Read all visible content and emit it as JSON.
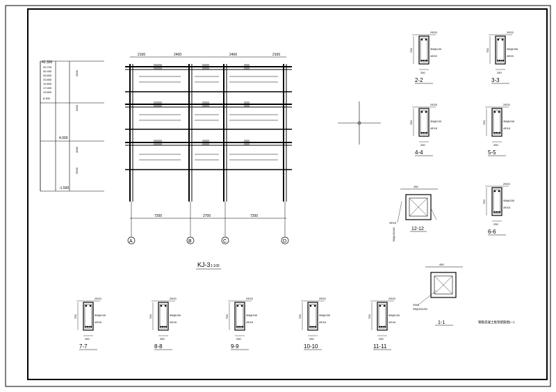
{
  "drawing": {
    "frame_title": "KJ-3",
    "frame_scale": "1:100",
    "note": "钢筋混凝土框架配筋图(一)",
    "spans": [
      "7200",
      "2700",
      "7200"
    ],
    "axes": [
      "A",
      "B",
      "C",
      "D"
    ],
    "levels": [
      "42.300",
      "33.700",
      "30.400",
      "26.800",
      "23.800",
      "19.800",
      "17.000",
      "13.800",
      "8.300",
      "4.000",
      "-1.500"
    ],
    "storey_heights": [
      "3300",
      "3300",
      "4000",
      "5500"
    ],
    "bay_labels": [
      "2100",
      "2400",
      "2400",
      "2100"
    ]
  },
  "sections": [
    {
      "label": "2-2",
      "top": "2Φ20",
      "bottom": "4Φ20",
      "stirrup": "Φ8@100",
      "width": "250",
      "height": "700"
    },
    {
      "label": "3-3",
      "top": "2Φ20",
      "bottom": "4Φ20",
      "stirrup": "Φ8@200",
      "width": "250",
      "height": "700"
    },
    {
      "label": "4-4",
      "top": "2Φ25",
      "bottom": "4Φ18",
      "stirrup": "Φ8@100",
      "width": "250",
      "height": "700"
    },
    {
      "label": "5-5",
      "top": "2Φ20",
      "bottom": "4Φ18",
      "stirrup": "Φ8@200",
      "width": "250",
      "height": "700"
    },
    {
      "label": "6-6",
      "top": "2Φ20",
      "bottom": "4Φ18",
      "stirrup": "Φ8@200",
      "width": "250",
      "height": "700"
    },
    {
      "label": "7-7",
      "top": "2Φ20",
      "bottom": "4Φ18",
      "stirrup": "Φ8@100",
      "width": "250",
      "height": "700"
    },
    {
      "label": "8-8",
      "top": "2Φ20",
      "bottom": "4Φ18",
      "stirrup": "Φ8@200",
      "width": "250",
      "height": "700"
    },
    {
      "label": "9-9",
      "top": "2Φ25",
      "bottom": "4Φ18",
      "stirrup": "Φ8@100",
      "width": "250",
      "height": "700"
    },
    {
      "label": "10-10",
      "top": "2Φ20",
      "bottom": "4Φ18",
      "stirrup": "Φ8@200",
      "width": "250",
      "height": "700"
    },
    {
      "label": "11-11",
      "top": "2Φ20",
      "bottom": "4Φ18",
      "stirrup": "Φ8@100",
      "width": "250",
      "height": "700"
    }
  ],
  "columns": [
    {
      "label": "12-12",
      "width": "450",
      "height": "450",
      "bars": "4Φ18",
      "stirrup": "Φ8@100/200"
    },
    {
      "label": "1-1",
      "width": "450",
      "height": "450",
      "bars": "4Φ18",
      "stirrup": "Φ8@100/200"
    }
  ]
}
